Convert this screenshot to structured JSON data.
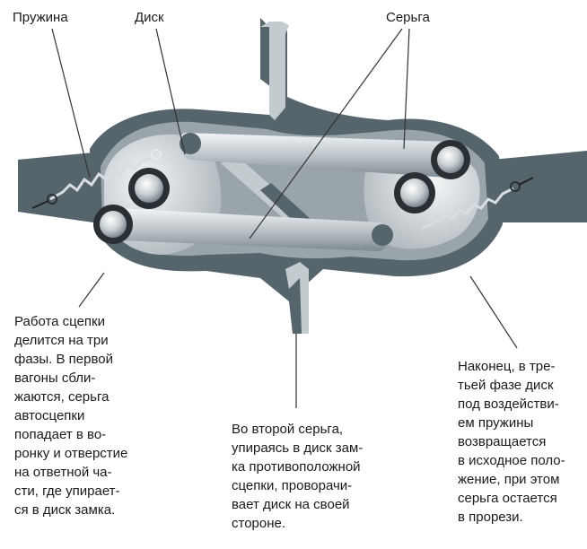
{
  "labels": {
    "spring": "Пружина",
    "disk": "Диск",
    "shackle": "Серьга"
  },
  "captions": {
    "phase1": "Работа сцепки\nделится на три\nфазы. В первой\nвагоны сбли-\nжаются, серьга\nавтосцепки\nпопадает в во-\nронку и отверстие\nна ответной ча-\nсти, где упирает-\nся в диск замка.",
    "phase2": "Во второй серьга,\nупираясь в диск зам-\nка противоположной\nсцепки, проворачи-\nвает диск на своей\nстороне.",
    "phase3": "Наконец, в тре-\nтьей фазе диск\nпод воздействи-\nем пружины\nвозвращается\nв исходное поло-\nжение, при этом\nсерьга остается\nв прорези."
  },
  "colors": {
    "dark_steel": "#56646b",
    "mid_steel": "#8a969c",
    "light_steel": "#c9d0d4",
    "line": "#333333"
  }
}
